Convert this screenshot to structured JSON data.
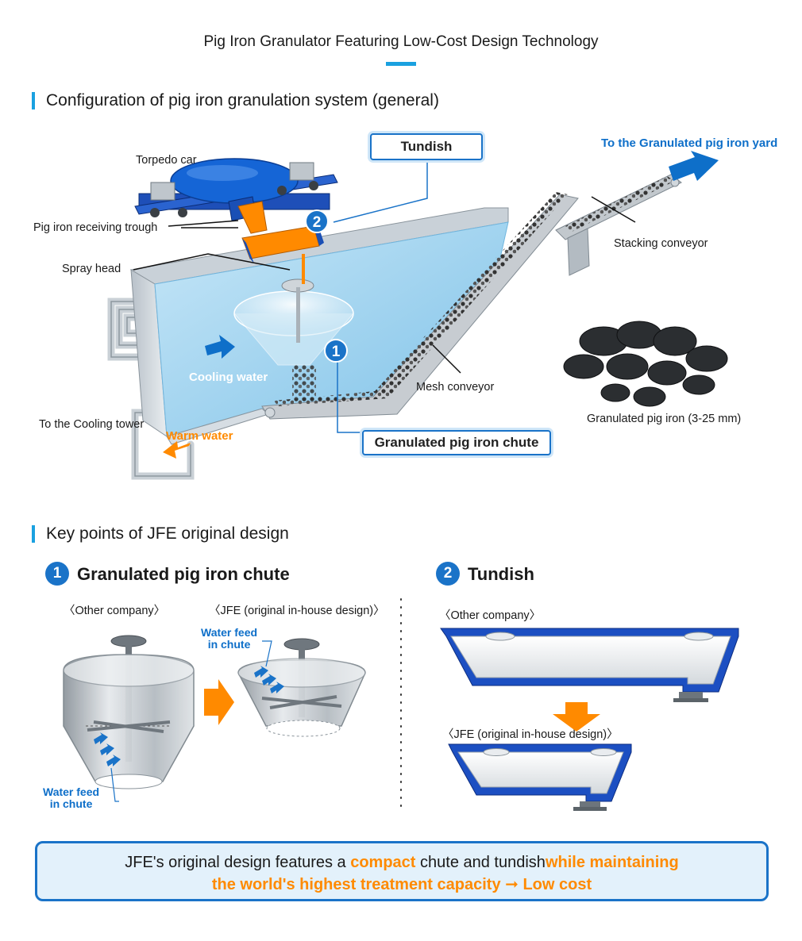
{
  "page": {
    "title": "Pig Iron Granulator Featuring Low-Cost Design Technology"
  },
  "config_section": {
    "heading": "Configuration of pig iron granulation system (general)",
    "labels": {
      "torpedo_car": "Torpedo car",
      "tundish": "Tundish",
      "to_yard": "To the Granulated pig iron yard",
      "receiving_trough": "Pig iron receiving trough",
      "stacking_conveyor": "Stacking conveyor",
      "spray_head": "Spray head",
      "cooling_water": "Cooling water",
      "mesh_conveyor": "Mesh conveyor",
      "granulated_product": "Granulated pig iron (3-25 mm)",
      "to_cooling_tower": "To the Cooling tower",
      "warm_water": "Warm water",
      "chute": "Granulated pig iron chute"
    },
    "badges": {
      "one": "1",
      "two": "2"
    }
  },
  "key_section": {
    "heading": "Key points of JFE original design",
    "point1": {
      "badge": "1",
      "title": "Granulated pig iron chute",
      "other_label": "〈Other company〉",
      "jfe_label": "〈JFE (original in-house design)〉",
      "water_feed_1": "Water feed",
      "water_feed_2": "in chute"
    },
    "point2": {
      "badge": "2",
      "title": "Tundish",
      "other_label": "〈Other company〉",
      "jfe_label": "〈JFE (original in-house design)〉"
    }
  },
  "summary": {
    "line1_a": "JFE's original design features a ",
    "line1_b": "compact",
    "line1_c": " chute and tundish",
    "line1_d": "while maintaining",
    "line2_a": "the world's highest treatment capacity ",
    "line2_arrow": "➞",
    "line2_b": " Low cost"
  },
  "colors": {
    "accent_blue": "#1a73c8",
    "title_cyan": "#1aa1e0",
    "orange": "#ff8a00",
    "water": "#9fd2ee"
  }
}
